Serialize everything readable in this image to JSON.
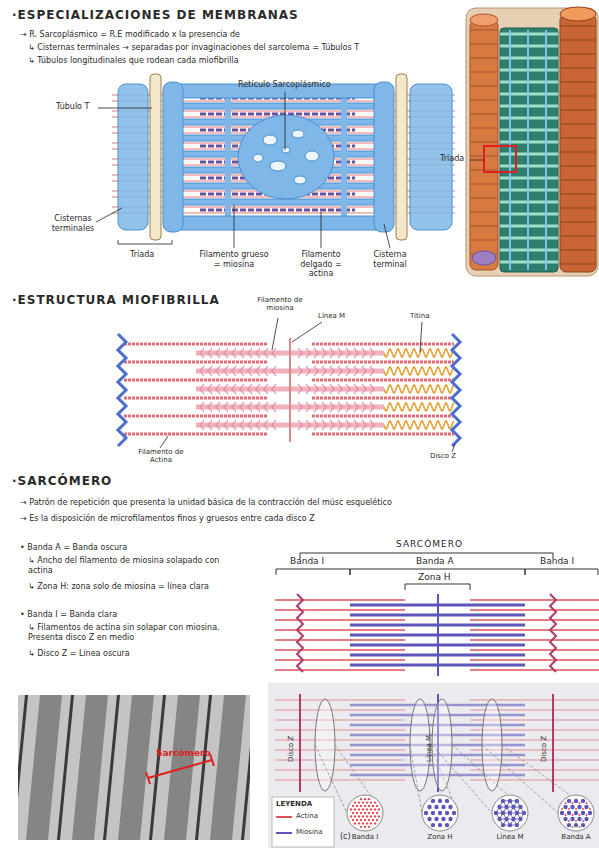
{
  "diagram": {
    "nodes": [
      {
        "text": [
          "Banda I"
        ]
      },
      {
        "text": [
          "Zona H"
        ]
      },
      {
        "text": [
          "Línea M"
        ]
      },
      {
        "text": [
          "Banda A"
        ]
      }
    ],
    "labels": [
      "·ESPECIALIZACIONES DE MEMBRANAS",
      "→ R. Sarcoplásmico = R.E modificado x la presencia de",
      "↳ Cisternas terminales → separadas por invaginaciones del sarcolema = Túbulos T",
      "↳ Túbulos longitudinales que rodean cada miofibrilla",
      "Túbulo T",
      "Retículo Sarcoplásmico",
      "Cisternas terminales",
      "Tríada",
      "Filamento grueso = miosina",
      "Filamento delgado = actina",
      "Cisterna terminal",
      "Tríada",
      "·ESTRUCTURA MIOFIBRILLA",
      "Filamento de miosina",
      "Línea M",
      "Titina",
      "Filamento de Actina",
      "Disco Z",
      "·SARCÓMERO",
      "→ Patrón de repetición que presenta la unidad básica de la contracción del músc esquelético",
      "→ Es la disposición de microfilamentos finos y gruesos entre cada disco Z",
      "• Banda A = Banda oscura",
      "↳ Ancho del filamento de miosina solapado con actina",
      "↳ Zona H: zona solo de miosina = línea clara",
      "• Banda I = Banda clara",
      "↳ Filamentos de actina sin solapar con miosina. Presenta disco Z en medio",
      "↳ Disco Z = Línea oscura",
      "Sarcómero",
      "SARCÓMERO",
      "Banda I",
      "Banda A",
      "Zona H",
      "Banda I",
      "Disco Z",
      "Línea M",
      "Disco Z",
      "LEYENDA",
      "(c)"
    ],
    "legend": [
      {
        "text": "Actina",
        "color": "#e0505a"
      },
      {
        "text": "Miosina",
        "color": "#5b56b8"
      }
    ]
  }
}
